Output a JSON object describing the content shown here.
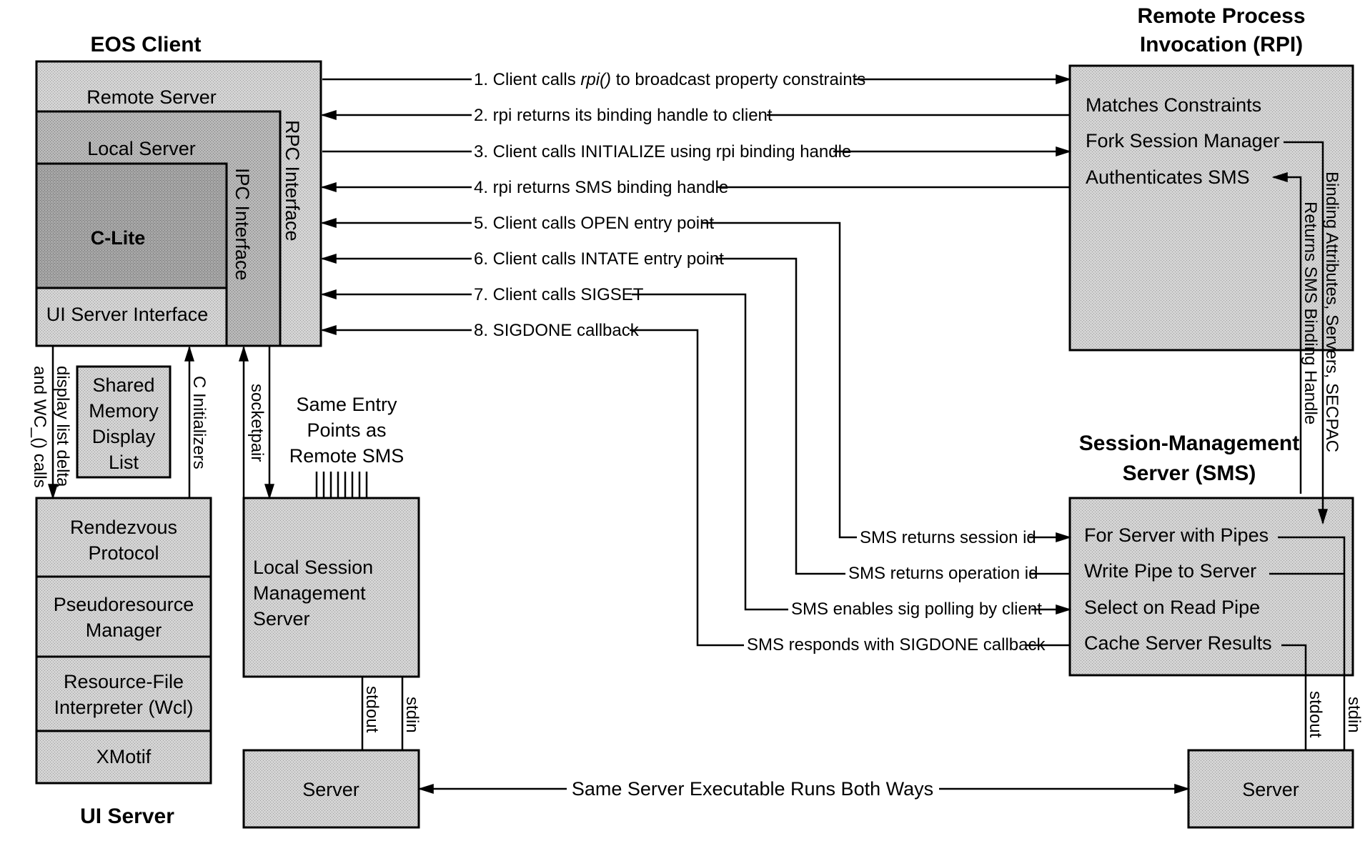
{
  "titles": {
    "eos_client": "EOS Client",
    "rpi_line1": "Remote Process",
    "rpi_line2": "Invocation (RPI)",
    "sms_line1": "Session-Management",
    "sms_line2": "Server (SMS)",
    "ui_server": "UI Server"
  },
  "eos_client": {
    "remote_server": "Remote Server",
    "local_server": "Local Server",
    "c_lite": "C-Lite",
    "ui_server_interface": "UI Server Interface",
    "rpc_interface": "RPC Interface",
    "ipc_interface": "IPC Interface"
  },
  "rpi_box": {
    "items": [
      "Matches Constraints",
      "Fork Session Manager",
      "Authenticates SMS"
    ]
  },
  "rpi_to_sms": {
    "binding_label": "Binding Attributes, Servers, SECPAC",
    "returns_label": "Returns SMS Binding Handle"
  },
  "messages": {
    "m1_prefix": "1. Client calls ",
    "m1_fn": "rpi()",
    "m1_suffix": " to broadcast property constraints",
    "m2": "2. rpi returns its binding handle to client",
    "m3": "3. Client calls INITIALIZE using rpi binding handle",
    "m4": "4. rpi returns SMS binding handle",
    "m5": "5. Client calls OPEN entry point",
    "m6": "6. Client calls INTATE entry point",
    "m7": "7. Client calls SIGSET",
    "m8": "8. SIGDONE callback"
  },
  "sms_messages": {
    "r1": "SMS returns session id",
    "r2": "SMS returns operation id",
    "r3": "SMS enables sig polling by client",
    "r4": "SMS responds with SIGDONE callback"
  },
  "sms_box": {
    "items": [
      "For Server with Pipes",
      "Write Pipe to Server",
      "Select on Read Pipe",
      "Cache Server Results"
    ]
  },
  "ui_server_stack": {
    "items": [
      [
        "Rendezvous",
        "Protocol"
      ],
      [
        "Pseudoresource",
        "Manager"
      ],
      [
        "Resource-File",
        "Interpreter (Wcl)"
      ],
      [
        "XMotif"
      ]
    ]
  },
  "ui_links": {
    "display_list_line1": "display list delta",
    "display_list_line2": "and WC_() calls",
    "c_initializers": "C Initializers",
    "socketpair": "socketpair"
  },
  "shared_memory": [
    "Shared",
    "Memory",
    "Display",
    "List"
  ],
  "entry_points_note": [
    "Same Entry",
    "Points as",
    "Remote SMS"
  ],
  "local_sms": [
    "Local Session",
    "Management",
    "Server"
  ],
  "pipes": {
    "stdout": "stdout",
    "stdin": "stdin"
  },
  "servers": {
    "left": "Server",
    "right": "Server",
    "both_ways": "Same Server Executable Runs Both Ways"
  }
}
